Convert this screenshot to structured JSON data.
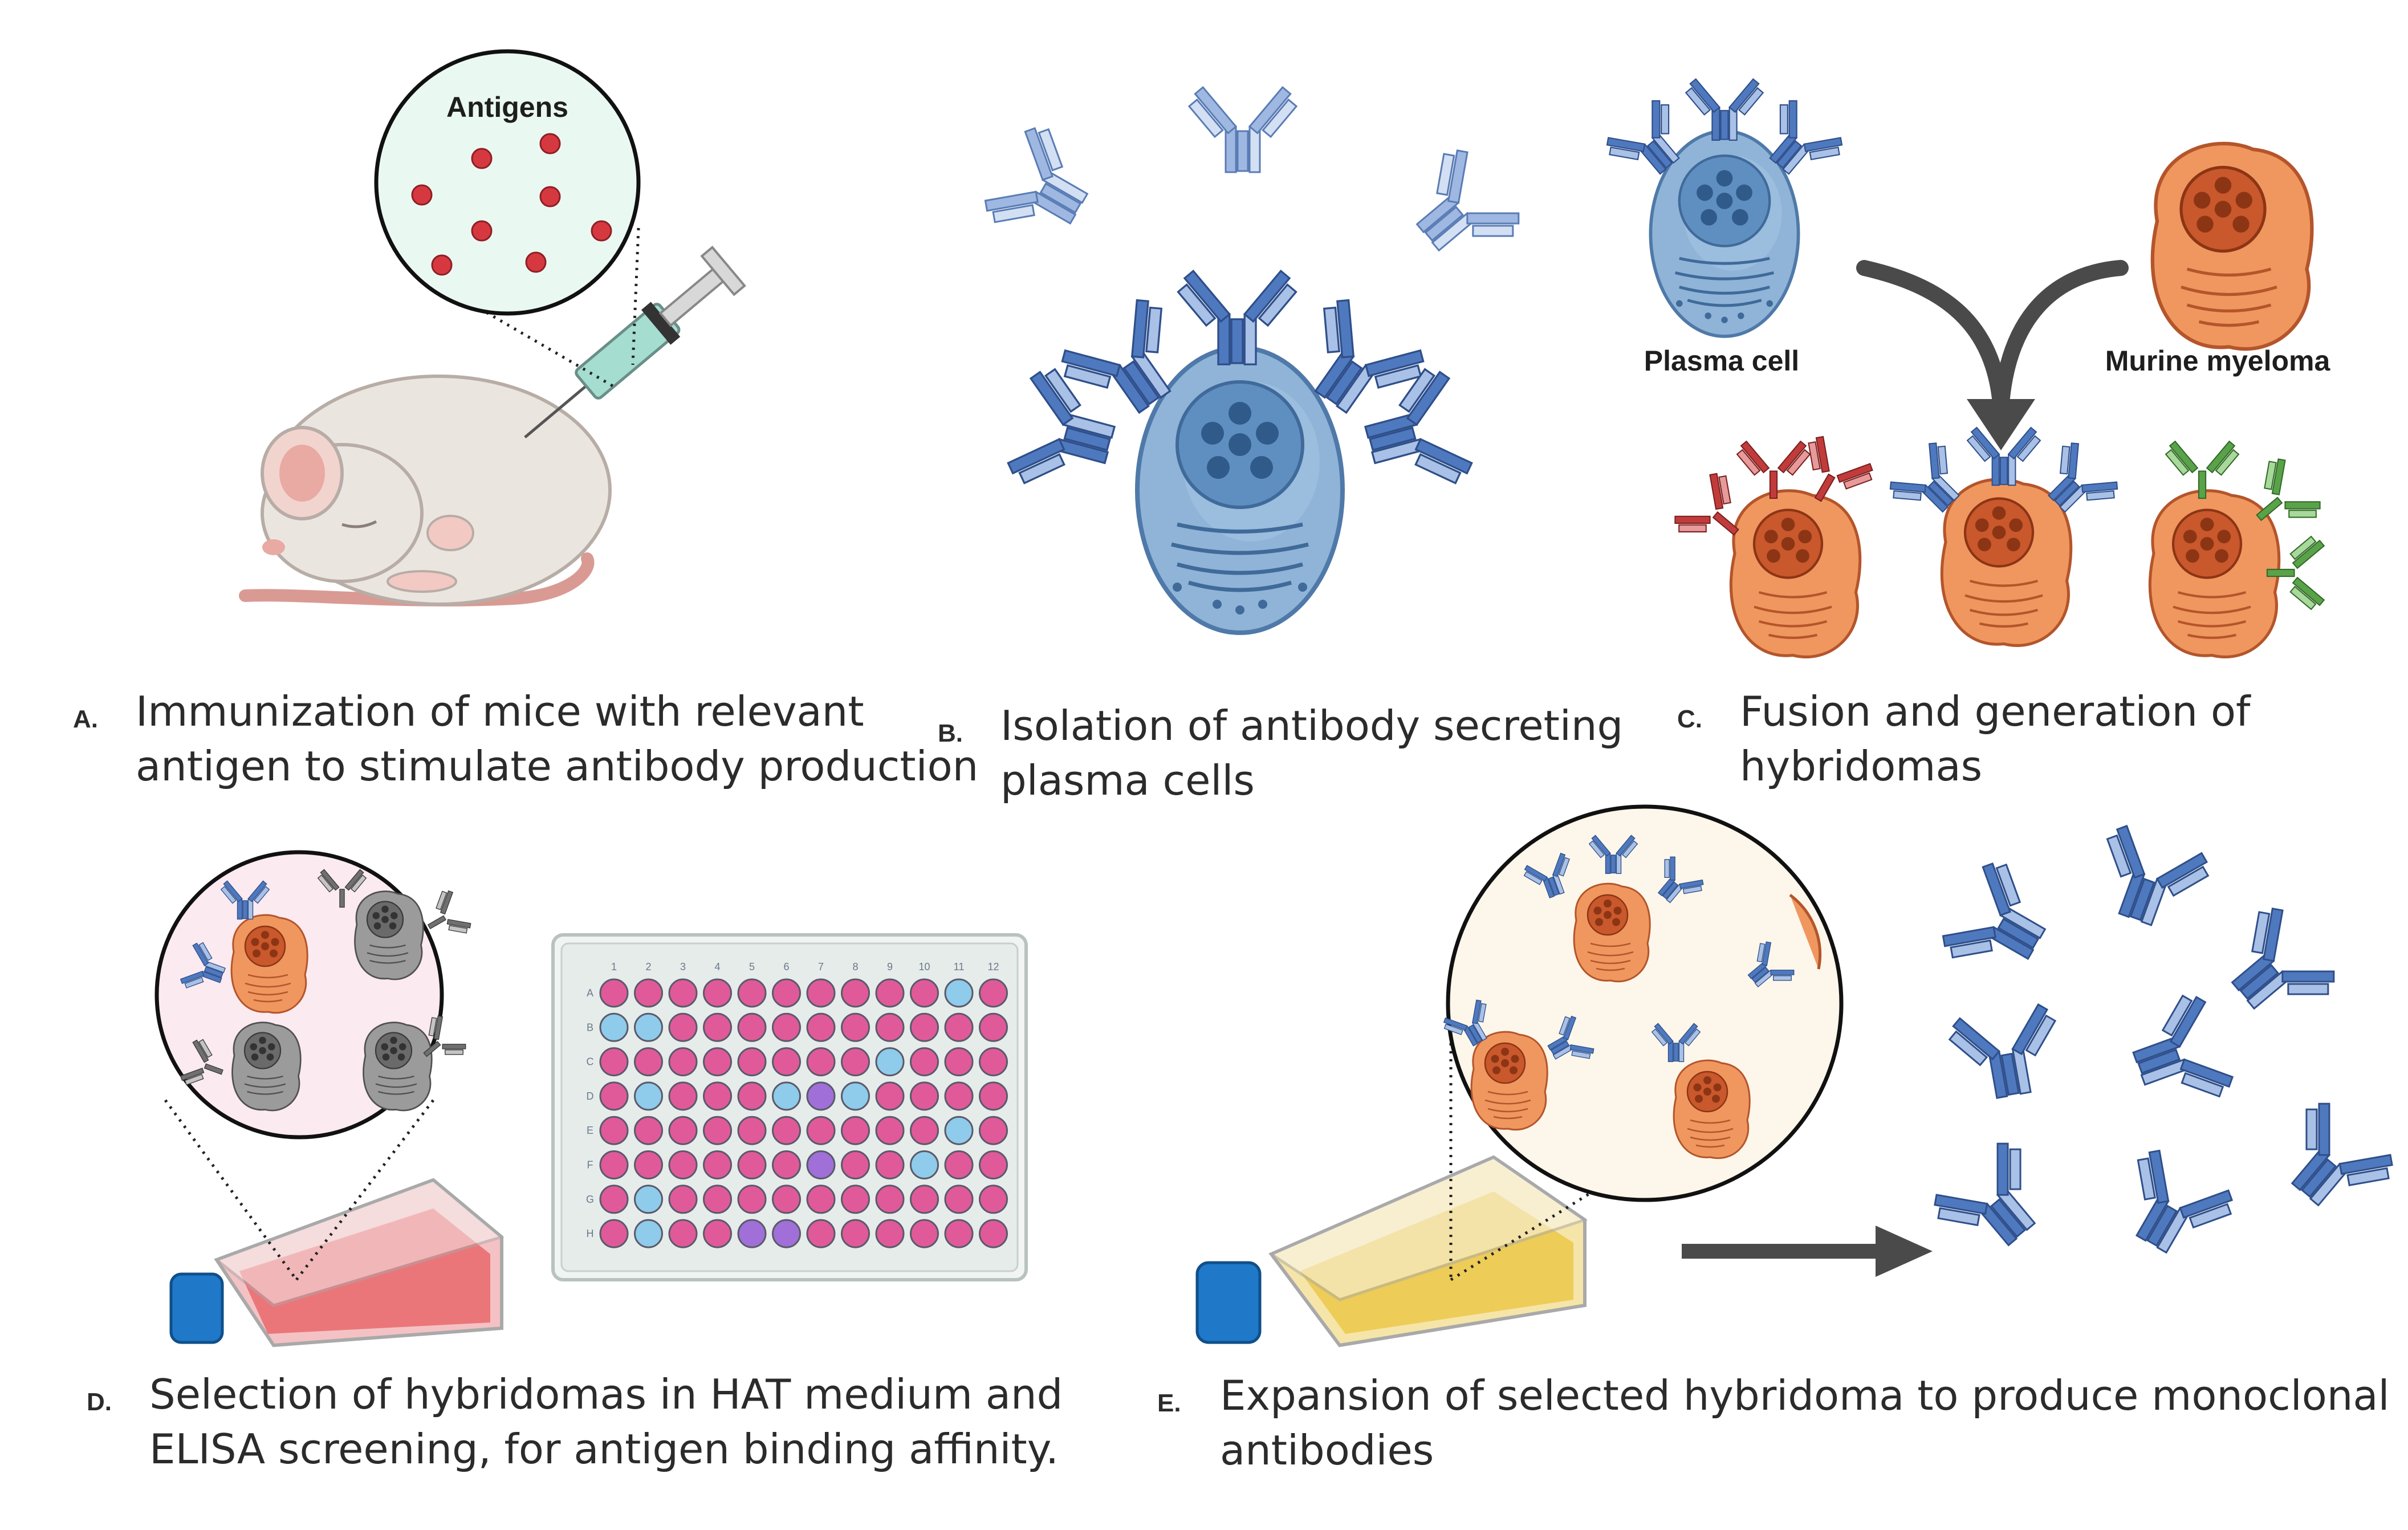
{
  "panels": {
    "a": {
      "letter": "A.",
      "line1": "Immunization of mice with relevant",
      "line2": "antigen to stimulate antibody production",
      "inset_label": "Antigens"
    },
    "b": {
      "letter": "B.",
      "line1": "Isolation of  antibody secreting",
      "line2": "plasma cells"
    },
    "c": {
      "letter": "C.",
      "line1": "Fusion and generation of",
      "line2": "hybridomas",
      "plasma_label": "Plasma cell",
      "myeloma_label": "Murine myeloma"
    },
    "d": {
      "letter": "D.",
      "line1": "Selection of hybridomas in HAT medium and",
      "line2": "ELISA screening, for antigen binding affinity."
    },
    "e": {
      "letter": "E.",
      "line1": "Expansion of selected hybridoma to produce monoclonal",
      "line2": "antibodies"
    }
  },
  "plate": {
    "columns": [
      "1",
      "2",
      "3",
      "4",
      "5",
      "6",
      "7",
      "8",
      "9",
      "10",
      "11",
      "12"
    ],
    "rows": [
      "A",
      "B",
      "C",
      "D",
      "E",
      "F",
      "G",
      "H"
    ],
    "wells": [
      "ppppppppppbp",
      "bbpppppppppp",
      "ppppppppbppp",
      "pbpppbvbpppp",
      "ppppppppppbp",
      "ppppppvppbpp",
      "pbpppppppppp",
      "pbppvvppppp p"
    ]
  },
  "colors": {
    "antibody_blue": "#4f79bf",
    "antibody_light": "#a9c1e6",
    "antibody_red": "#c23b3b",
    "antibody_green": "#5aa24a",
    "cell_blue": "#8fb4d8",
    "myeloma_orange": "#f0975f",
    "nucleus_orange": "#c9582c",
    "well_pink": "#e05a9a",
    "well_blue": "#8fcbea",
    "well_violet": "#a06fd8",
    "flask_red": "#e9686c",
    "flask_yellow": "#ecc94f",
    "cap_blue": "#1f78c8"
  }
}
